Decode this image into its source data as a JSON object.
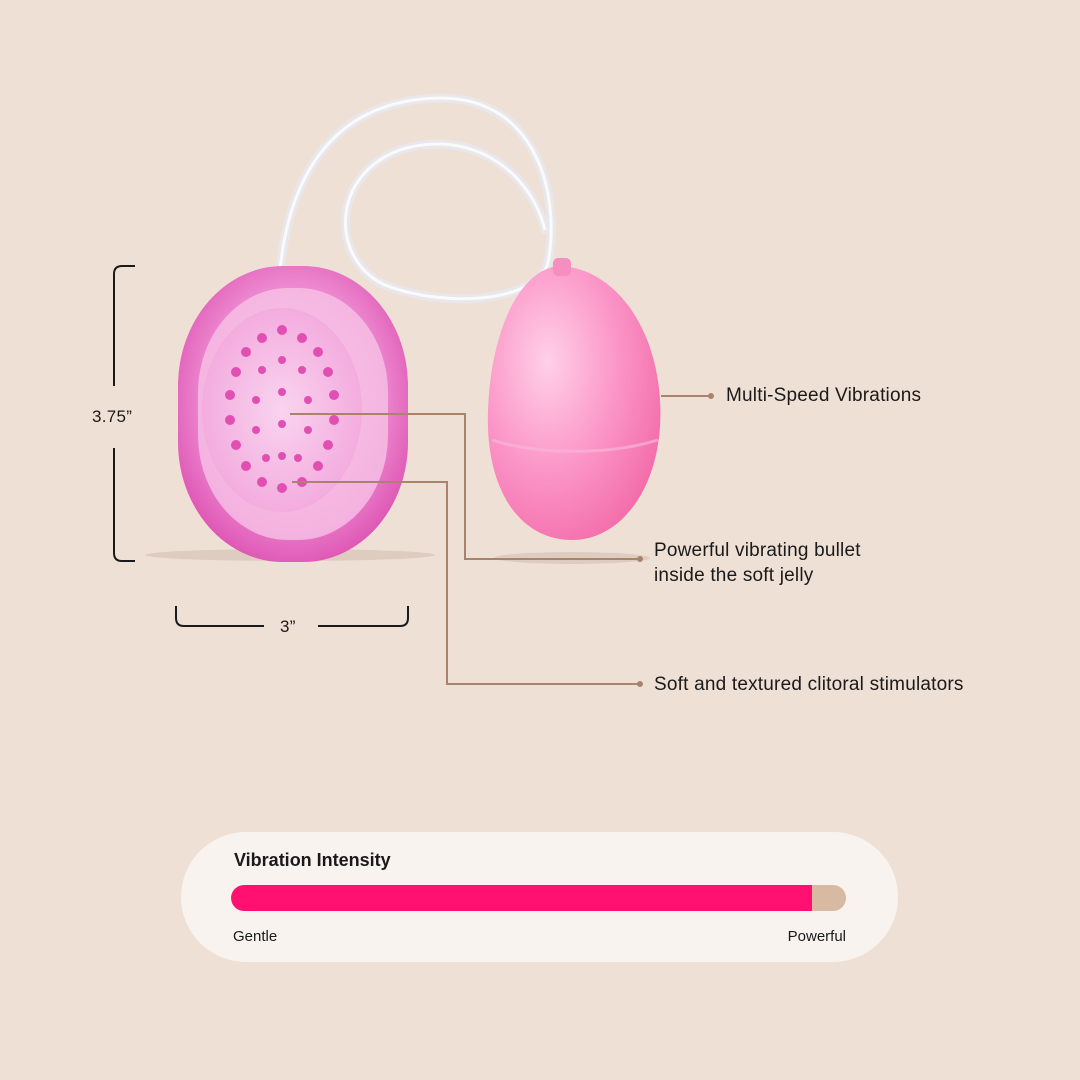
{
  "dimensions": {
    "height_label": "3.75”",
    "width_label": "3”"
  },
  "callouts": [
    {
      "lines": [
        "Multi-Speed Vibrations"
      ]
    },
    {
      "lines": [
        "Powerful vibrating bullet",
        "inside the soft jelly"
      ]
    },
    {
      "lines": [
        "Soft and textured clitoral stimulators"
      ]
    }
  ],
  "intensity": {
    "title": "Vibration Intensity",
    "min_label": "Gentle",
    "max_label": "Powerful",
    "level": 0.945
  },
  "colors": {
    "background": "#efe0d6",
    "accent": "#ff1071",
    "leader": "#a9836b",
    "product_pink": "#e94fb2"
  }
}
